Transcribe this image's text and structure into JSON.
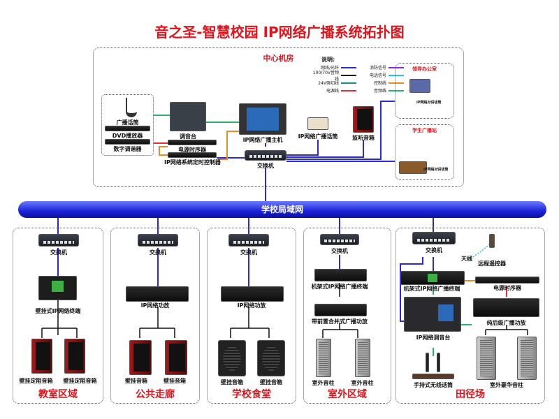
{
  "title": "音之圣-智慧校园 IP网络广播系统拓扑图",
  "center": {
    "title": "中心机房",
    "legend_title": "说明:",
    "legend": [
      {
        "label": "网线/光纤",
        "color": "#2a2ad8"
      },
      {
        "label": "消防信号",
        "color": "#8a2be2"
      },
      {
        "label": "100/70V音频线",
        "color": "#111111"
      },
      {
        "label": "电话信号",
        "color": "#27c4e8"
      },
      {
        "label": "24V强切线",
        "color": "#1f8a8a"
      },
      {
        "label": "控制线",
        "color": "#f08a24"
      },
      {
        "label": "电源线",
        "color": "#e0303a"
      },
      {
        "label": "音频线",
        "color": "#2ab36a"
      }
    ],
    "devices": {
      "mic": "广播话筒",
      "dvd": "DVD播放器",
      "tuner": "数字调谐器",
      "mixer": "调音台",
      "power_seq": "电源时序器",
      "timer": "IP网络系统定时控制器",
      "host": "IP网络广播主机",
      "switch": "交换机",
      "paging": "IP网络广播话筒",
      "monitor": "监听音箱"
    },
    "office": {
      "title": "领导办公室",
      "device": "IP网络对讲话筒"
    },
    "station": {
      "title": "学生广播站",
      "device": "IP网络对讲话筒"
    }
  },
  "backbone": "学校局域网",
  "zones": [
    {
      "title": "教室区域",
      "switch": "交换机",
      "terminal": "壁挂式IP网络终端",
      "speakers": [
        "壁挂定阻音箱",
        "壁挂定阻音箱"
      ]
    },
    {
      "title": "公共走廊",
      "switch": "交换机",
      "terminal": "IP网络功放",
      "speakers": [
        "壁挂音箱",
        "壁挂音箱"
      ]
    },
    {
      "title": "学校食堂",
      "switch": "交换机",
      "terminal": "IP网络功放",
      "speakers": [
        "壁挂音箱",
        "壁挂音箱"
      ]
    },
    {
      "title": "室外区域",
      "switch": "交换机",
      "terminal": "机架式IP网络广播终端",
      "amp": "带前置合并式广播功放",
      "speakers": [
        "室外音柱",
        "室外音柱"
      ]
    },
    {
      "title": "田径场",
      "switch": "交换机",
      "antenna": "天线",
      "remote": "远程遥控器",
      "terminal": "机架式IP网络广播终端",
      "power_seq": "电源时序器",
      "mixer": "IP网络调音台",
      "amp": "纯后级广播功放",
      "wireless": "手持式无线话筒",
      "speakers": "室外豪华音柱"
    }
  ]
}
